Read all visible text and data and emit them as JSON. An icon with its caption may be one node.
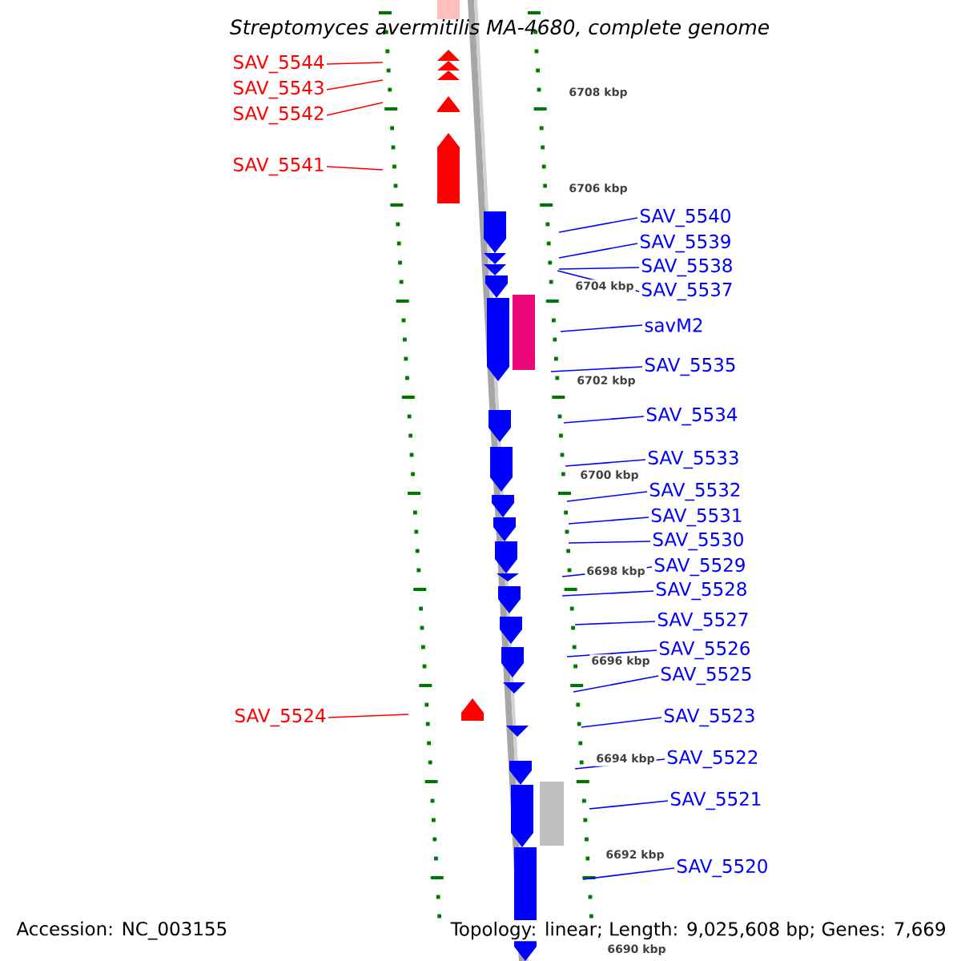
{
  "diagram": {
    "title": "Streptomyces avermitilis MA-4680, complete genome",
    "nodes": [
      {
        "text": [
          "SAV_5544"
        ]
      },
      {
        "text": [
          "SAV_5543"
        ]
      },
      {
        "text": [
          "SAV_5542"
        ]
      },
      {
        "text": [
          "SAV_5541"
        ]
      },
      {
        "text": [
          "SAV_5540"
        ]
      },
      {
        "text": [
          "SAV_5539"
        ]
      },
      {
        "text": [
          "SAV_5538"
        ]
      },
      {
        "text": [
          "SAV_5537"
        ]
      },
      {
        "text": [
          "savM2"
        ]
      },
      {
        "text": [
          "SAV_5535"
        ]
      },
      {
        "text": [
          "SAV_5534"
        ]
      },
      {
        "text": [
          "SAV_5533"
        ]
      },
      {
        "text": [
          "SAV_5532"
        ]
      },
      {
        "text": [
          "SAV_5531"
        ]
      },
      {
        "text": [
          "SAV_5530"
        ]
      },
      {
        "text": [
          "SAV_5529"
        ]
      },
      {
        "text": [
          "SAV_5528"
        ]
      },
      {
        "text": [
          "SAV_5527"
        ]
      },
      {
        "text": [
          "SAV_5526"
        ]
      },
      {
        "text": [
          "SAV_5525"
        ]
      },
      {
        "text": [
          "SAV_5524"
        ]
      },
      {
        "text": [
          "SAV_5523"
        ]
      },
      {
        "text": [
          "SAV_5522"
        ]
      },
      {
        "text": [
          "SAV_5521"
        ]
      },
      {
        "text": [
          "SAV_5520"
        ]
      }
    ],
    "edges": [
      {
        "from": 0,
        "to": null,
        "arrow": "none",
        "color": "#ff0000"
      },
      {
        "from": 1,
        "to": null,
        "arrow": "none",
        "color": "#ff0000"
      },
      {
        "from": 2,
        "to": null,
        "arrow": "none",
        "color": "#ff0000"
      },
      {
        "from": 3,
        "to": null,
        "arrow": "none",
        "color": "#ff0000"
      },
      {
        "from": 4,
        "to": null,
        "arrow": "none"
      },
      {
        "from": 5,
        "to": null,
        "arrow": "none"
      },
      {
        "from": 6,
        "to": null,
        "arrow": "none"
      },
      {
        "from": 7,
        "to": null,
        "arrow": "none"
      },
      {
        "from": 8,
        "to": null,
        "arrow": "none"
      },
      {
        "from": 9,
        "to": null,
        "arrow": "none"
      },
      {
        "from": 10,
        "to": null,
        "arrow": "none"
      },
      {
        "from": 11,
        "to": null,
        "arrow": "none"
      },
      {
        "from": 12,
        "to": null,
        "arrow": "none"
      },
      {
        "from": 13,
        "to": null,
        "arrow": "none"
      },
      {
        "from": 14,
        "to": null,
        "arrow": "none"
      },
      {
        "from": 15,
        "to": null,
        "arrow": "none"
      },
      {
        "from": 16,
        "to": null,
        "arrow": "none"
      },
      {
        "from": 17,
        "to": null,
        "arrow": "none"
      },
      {
        "from": 18,
        "to": null,
        "arrow": "none"
      },
      {
        "from": 19,
        "to": null,
        "arrow": "none"
      },
      {
        "from": 20,
        "to": null,
        "arrow": "none",
        "color": "#ff0000"
      },
      {
        "from": 21,
        "to": null,
        "arrow": "none"
      },
      {
        "from": 22,
        "to": null,
        "arrow": "none"
      },
      {
        "from": 23,
        "to": null,
        "arrow": "none"
      },
      {
        "from": 24,
        "to": null,
        "arrow": "none"
      }
    ],
    "labels": [
      "6708 kbp",
      "6706 kbp",
      "6704 kbp",
      "6702 kbp",
      "6700 kbp",
      "6698 kbp",
      "6696 kbp",
      "6694 kbp",
      "6692 kbp",
      "6690 kbp",
      "Accession: NC_003155",
      "Topology: linear; Length: 9,025,608 bp; Genes: 7,669"
    ]
  }
}
